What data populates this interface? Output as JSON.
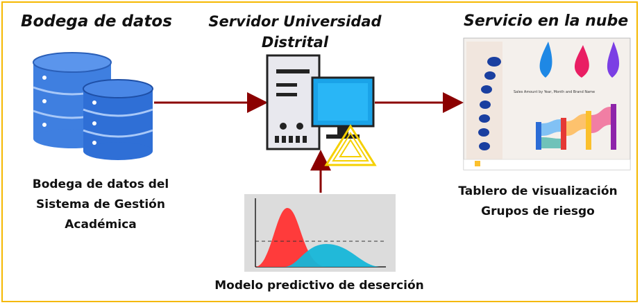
{
  "nodes": {
    "warehouse": {
      "title": "Bodega de datos",
      "caption": "Bodega de datos del Sistema de Gestión Académica"
    },
    "server": {
      "title": "Servidor Universidad Distrital"
    },
    "cloud": {
      "title": "Servicio en la nube",
      "caption": "Tablero de visualización Grupos de riesgo"
    },
    "model": {
      "caption": "Modelo predictivo de deserción"
    }
  },
  "dashboard": {
    "chart_title": "Sales Amount by Year, Month and Brand Name"
  },
  "colors": {
    "frame": "#f5b800",
    "arrow": "#8b0000",
    "db_blue": "#3f7fe0",
    "red_curve": "#ff3b3b",
    "cyan_curve": "#16b6d8"
  }
}
